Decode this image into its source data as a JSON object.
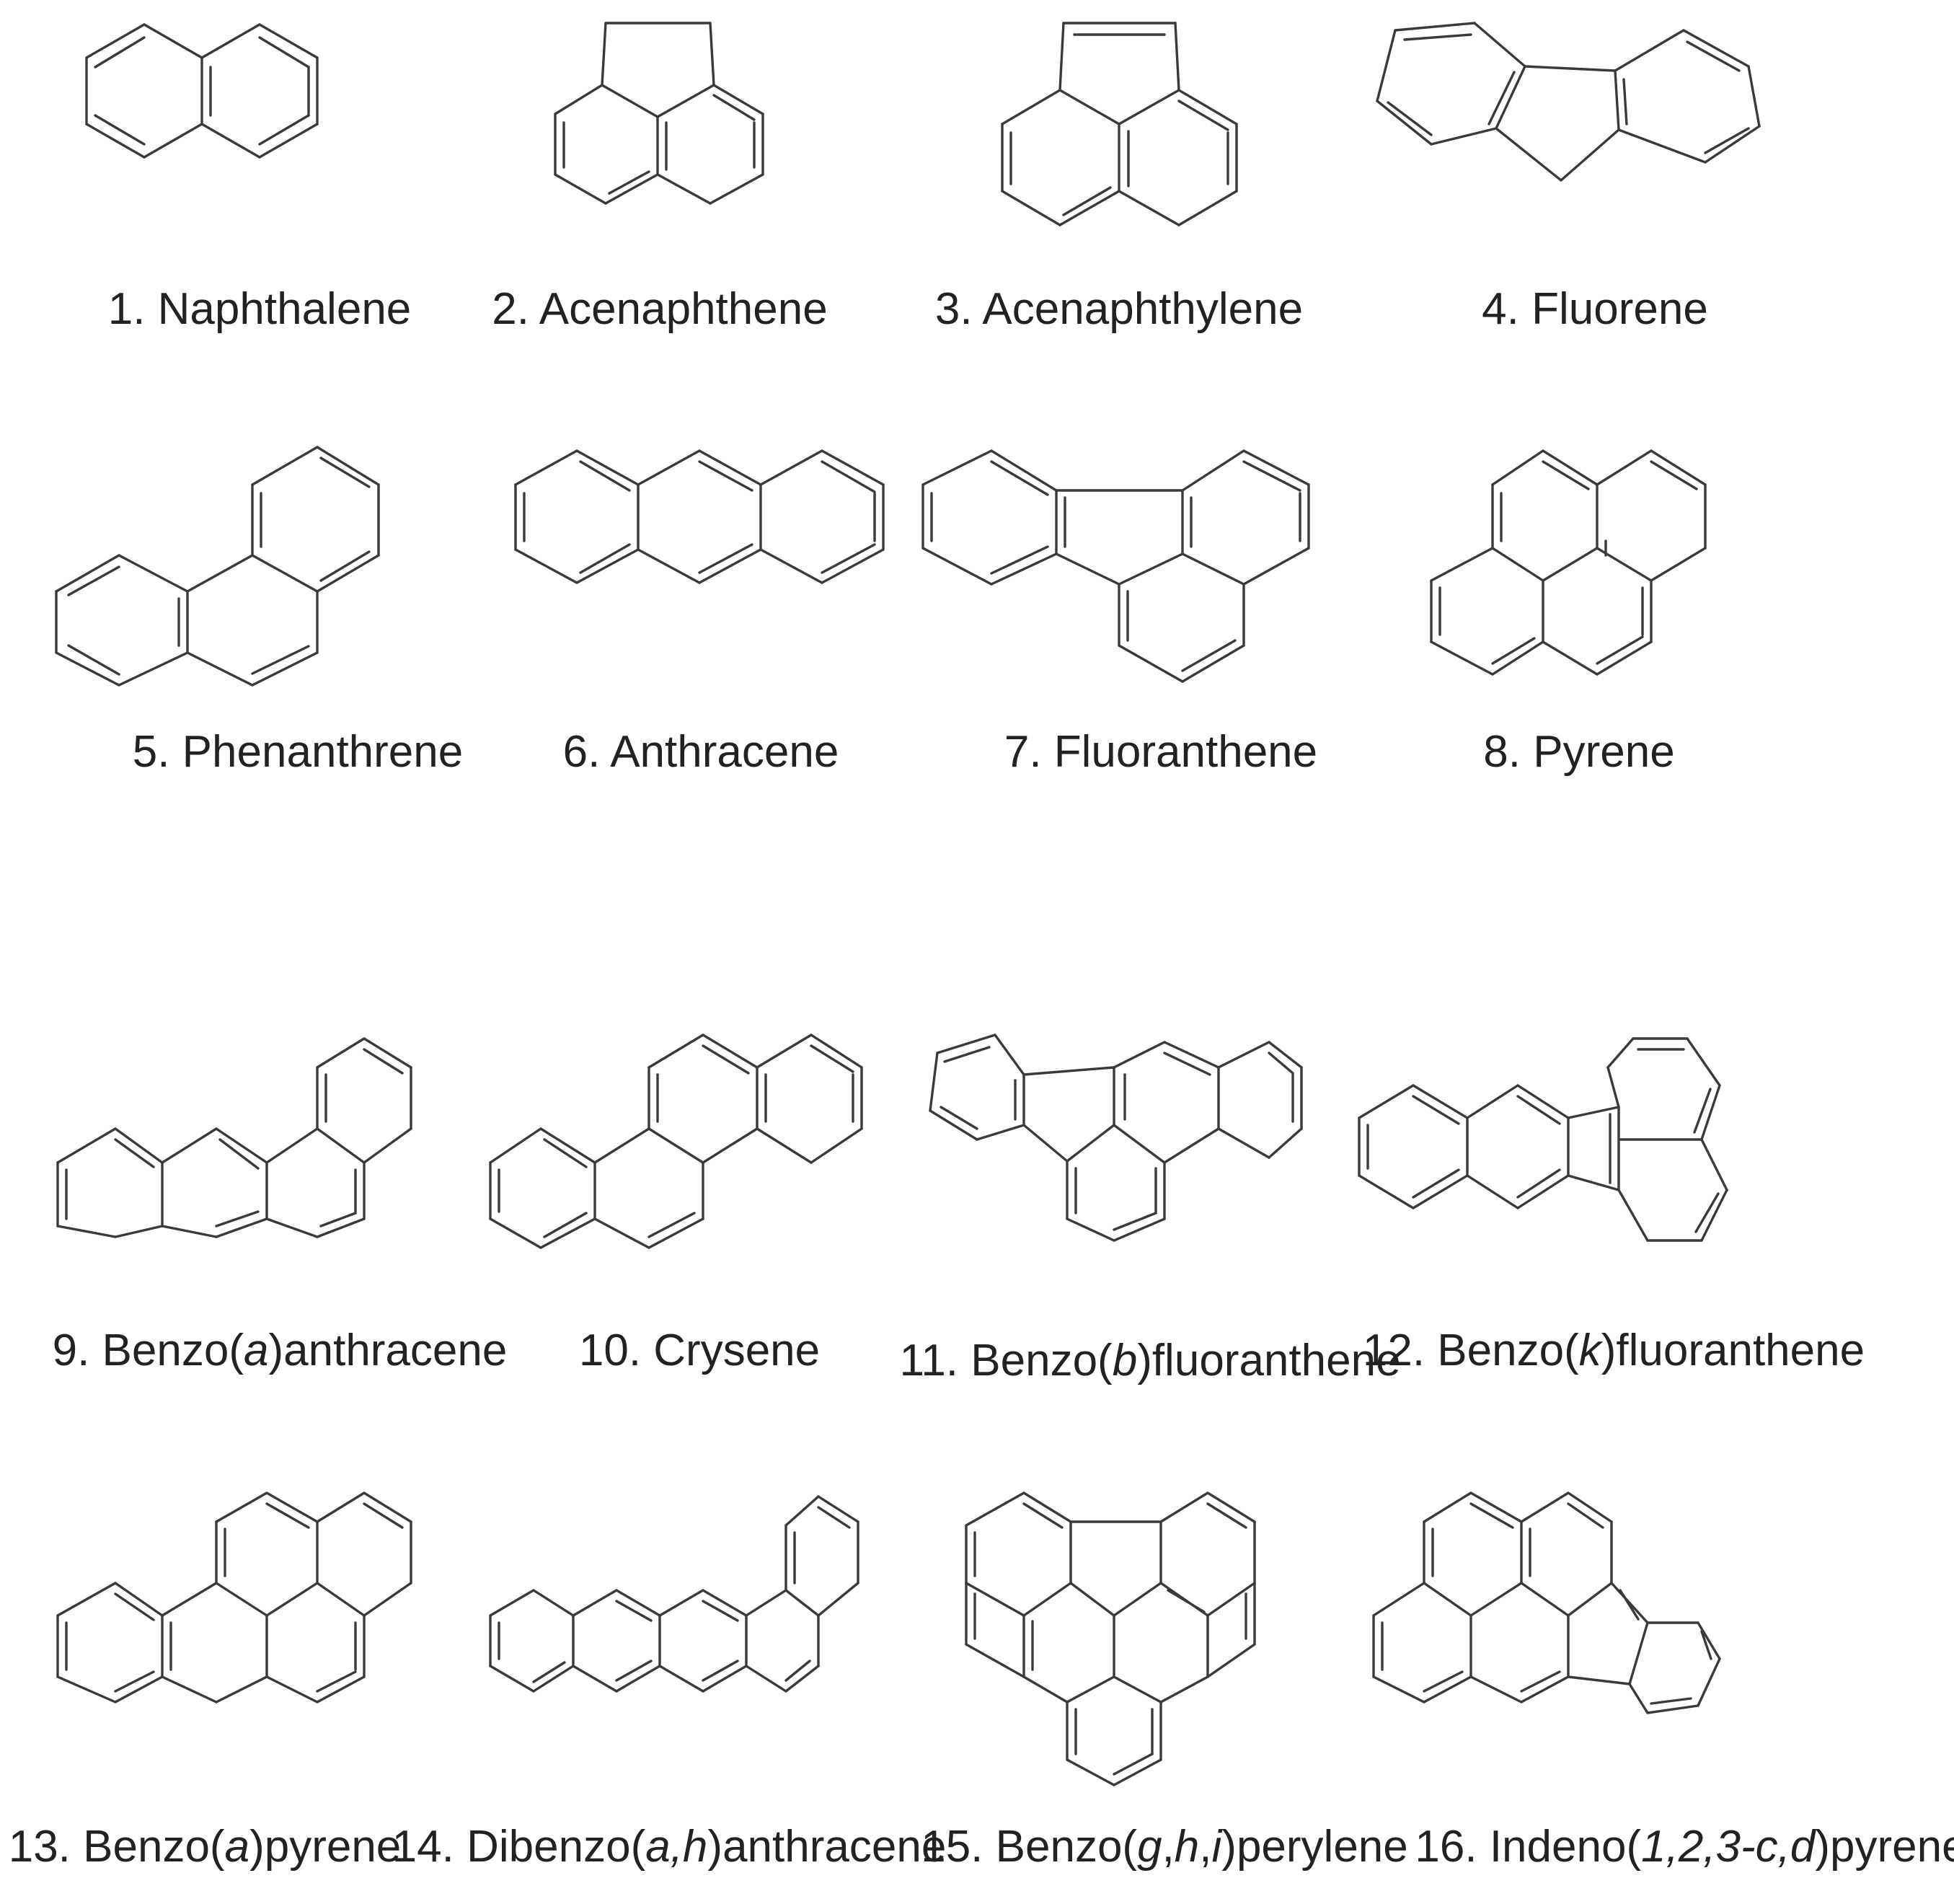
{
  "compounds": [
    {
      "n": 1,
      "name": "1. Naphthalene",
      "caption_parts": [
        {
          "t": "1. Naphthalene"
        }
      ],
      "formula_img": "naphthalene"
    },
    {
      "n": 2,
      "name": "2. Acenaphthene",
      "caption_parts": [
        {
          "t": "2. Acenaphthene"
        }
      ],
      "formula_img": "acenaphthene"
    },
    {
      "n": 3,
      "name": "3. Acenaphthylene",
      "caption_parts": [
        {
          "t": "3. Acenaphthylene"
        }
      ],
      "formula_img": "acenaphthylene"
    },
    {
      "n": 4,
      "name": "4. Fluorene",
      "caption_parts": [
        {
          "t": "4. Fluorene"
        }
      ],
      "formula_img": "fluorene"
    },
    {
      "n": 5,
      "name": "5. Phenanthrene",
      "caption_parts": [
        {
          "t": "5. Phenanthrene"
        }
      ],
      "formula_img": "phenanthrene"
    },
    {
      "n": 6,
      "name": "6. Anthracene",
      "caption_parts": [
        {
          "t": "6. Anthracene"
        }
      ],
      "formula_img": "anthracene"
    },
    {
      "n": 7,
      "name": "7. Fluoranthene",
      "caption_parts": [
        {
          "t": "7. Fluoranthene"
        }
      ],
      "formula_img": "fluoranthene"
    },
    {
      "n": 8,
      "name": "8. Pyrene",
      "caption_parts": [
        {
          "t": "8. Pyrene"
        }
      ],
      "formula_img": "pyrene"
    },
    {
      "n": 9,
      "name": "9. Benzo(a)anthracene",
      "caption_parts": [
        {
          "t": "9. Benzo("
        },
        {
          "t": "a",
          "i": true
        },
        {
          "t": ")anthracene"
        }
      ],
      "formula_img": "benz-a-anthracene"
    },
    {
      "n": 10,
      "name": "10. Crysene",
      "caption_parts": [
        {
          "t": "10. Crysene"
        }
      ],
      "formula_img": "chrysene"
    },
    {
      "n": 11,
      "name": "11. Benzo(b)fluoranthene",
      "caption_parts": [
        {
          "t": "11. Benzo("
        },
        {
          "t": "b",
          "i": true
        },
        {
          "t": ")fluoranthene"
        }
      ],
      "formula_img": "benzo-b-fluoranthene"
    },
    {
      "n": 12,
      "name": "12. Benzo(k)fluoranthene",
      "caption_parts": [
        {
          "t": "12. Benzo("
        },
        {
          "t": "k",
          "i": true
        },
        {
          "t": ")fluoranthene"
        }
      ],
      "formula_img": "benzo-k-fluoranthene"
    },
    {
      "n": 13,
      "name": "13. Benzo(a)pyrene",
      "caption_parts": [
        {
          "t": "13. Benzo("
        },
        {
          "t": "a",
          "i": true
        },
        {
          "t": ")pyrene"
        }
      ],
      "formula_img": "benzo-a-pyrene"
    },
    {
      "n": 14,
      "name": "14. Dibenzo(a,h)anthracene",
      "caption_parts": [
        {
          "t": "14. Dibenzo("
        },
        {
          "t": "a,h",
          "i": true
        },
        {
          "t": ")anthracene"
        }
      ],
      "formula_img": "dibenz-ah-anthracene"
    },
    {
      "n": 15,
      "name": "15. Benzo(g,h,i)perylene",
      "caption_parts": [
        {
          "t": "15. Benzo("
        },
        {
          "t": "g",
          "i": true
        },
        {
          "t": ","
        },
        {
          "t": "h",
          "i": true
        },
        {
          "t": ","
        },
        {
          "t": "i",
          "i": true
        },
        {
          "t": ")perylene"
        }
      ],
      "formula_img": "benzo-ghi-perylene"
    },
    {
      "n": 16,
      "name": "16. Indeno(1,2,3-c,d)pyrene",
      "caption_parts": [
        {
          "t": "16. Indeno("
        },
        {
          "t": "1,2,3-c,d",
          "i": true
        },
        {
          "t": ")pyrene"
        }
      ],
      "formula_img": "indeno-123cd-pyrene"
    }
  ],
  "colors": {
    "stroke": "#3a3a3a",
    "text": "#222222",
    "background": "#ffffff"
  }
}
